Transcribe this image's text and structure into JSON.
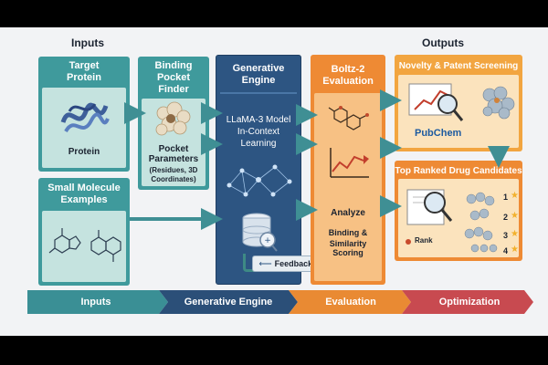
{
  "headers": {
    "inputs": "Inputs",
    "outputs": "Outputs"
  },
  "target": {
    "title_line1": "Target",
    "title_line2": "Protein",
    "label": "Protein"
  },
  "pocket": {
    "title_line1": "Binding",
    "title_line2": "Pocket",
    "title_line3": "Finder",
    "label_line1": "Pocket",
    "label_line2": "Parameters",
    "detail_line1": "(Residues, 3D",
    "detail_line2": "Coordinates)"
  },
  "small_mol": {
    "title_line1": "Small Molecule",
    "title_line2": "Examples"
  },
  "generative": {
    "title_line1": "Generative",
    "title_line2": "Engine",
    "model_line1": "LLaMA-3 Model",
    "model_line2": "In-Context",
    "model_line3": "Learning"
  },
  "boltz": {
    "title_line1": "Boltz-2",
    "title_line2": "Evaluation",
    "analyze": "Analyze",
    "scoring_line1": "Binding &",
    "scoring_line2": "Similarity Scoring"
  },
  "novelty": {
    "title": "Novelty & Patent Screening",
    "pubchem": "PubChem"
  },
  "ranked": {
    "title": "Top Ranked Drug Candidates",
    "rank_label": "Rank",
    "ranks": [
      "1",
      "2",
      "3",
      "4"
    ]
  },
  "feedback": {
    "label": "Feedback Loop"
  },
  "pipeline": [
    {
      "label": "Inputs",
      "color": "#3a8f95"
    },
    {
      "label": "Generative Engine",
      "color": "#2b4f78"
    },
    {
      "label": "Evaluation",
      "color": "#e98a33"
    },
    {
      "label": "Optimization",
      "color": "#c84a50"
    }
  ],
  "colors": {
    "teal": "#3f9a9c",
    "teal_light": "#bfe0dd",
    "navy": "#2d5582",
    "orange": "#ee8a34",
    "gold": "#f2a540",
    "red": "#c84a50",
    "star": "#f2b02c"
  },
  "icons": [
    "protein-ribbon-icon",
    "pocket-molecule-icon",
    "molecule-structure-icon",
    "network-icon",
    "database-icon",
    "hexagon-molecule-icon",
    "score-chart-icon",
    "magnifier-icon",
    "star-icon",
    "arrow-left-icon"
  ]
}
